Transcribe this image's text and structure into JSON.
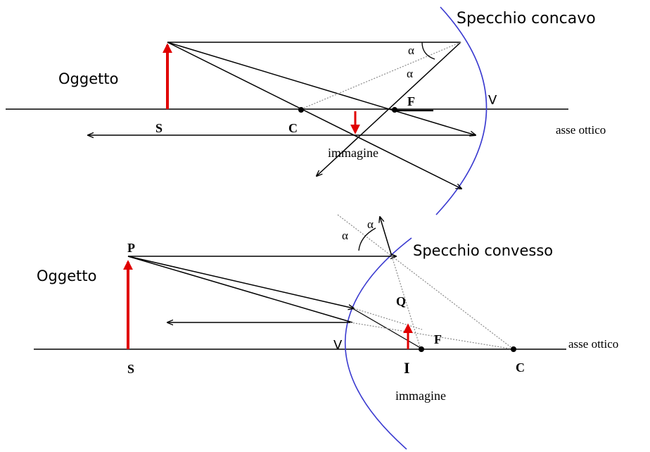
{
  "colors": {
    "line": "#000000",
    "dotted": "#8a8a8a",
    "mirror": "#3a3ad0",
    "arrow_red": "#e00000",
    "text": "#000000"
  },
  "top": {
    "title": "Specchio concavo",
    "object_label": "Oggetto",
    "axis_label": "asse ottico",
    "image_label": "immagine",
    "point_s": "S",
    "point_c": "C",
    "point_f": "F",
    "point_v": "V",
    "angle_1": "α",
    "angle_2": "α"
  },
  "bottom": {
    "title": "Specchio convesso",
    "object_label": "Oggetto",
    "axis_label": "asse ottico",
    "image_label": "immagine",
    "point_p": "P",
    "point_s": "S",
    "point_q": "Q",
    "point_v": "V",
    "point_f": "F",
    "point_i": "I",
    "point_c": "C",
    "angle_1": "α",
    "angle_2": "α"
  }
}
